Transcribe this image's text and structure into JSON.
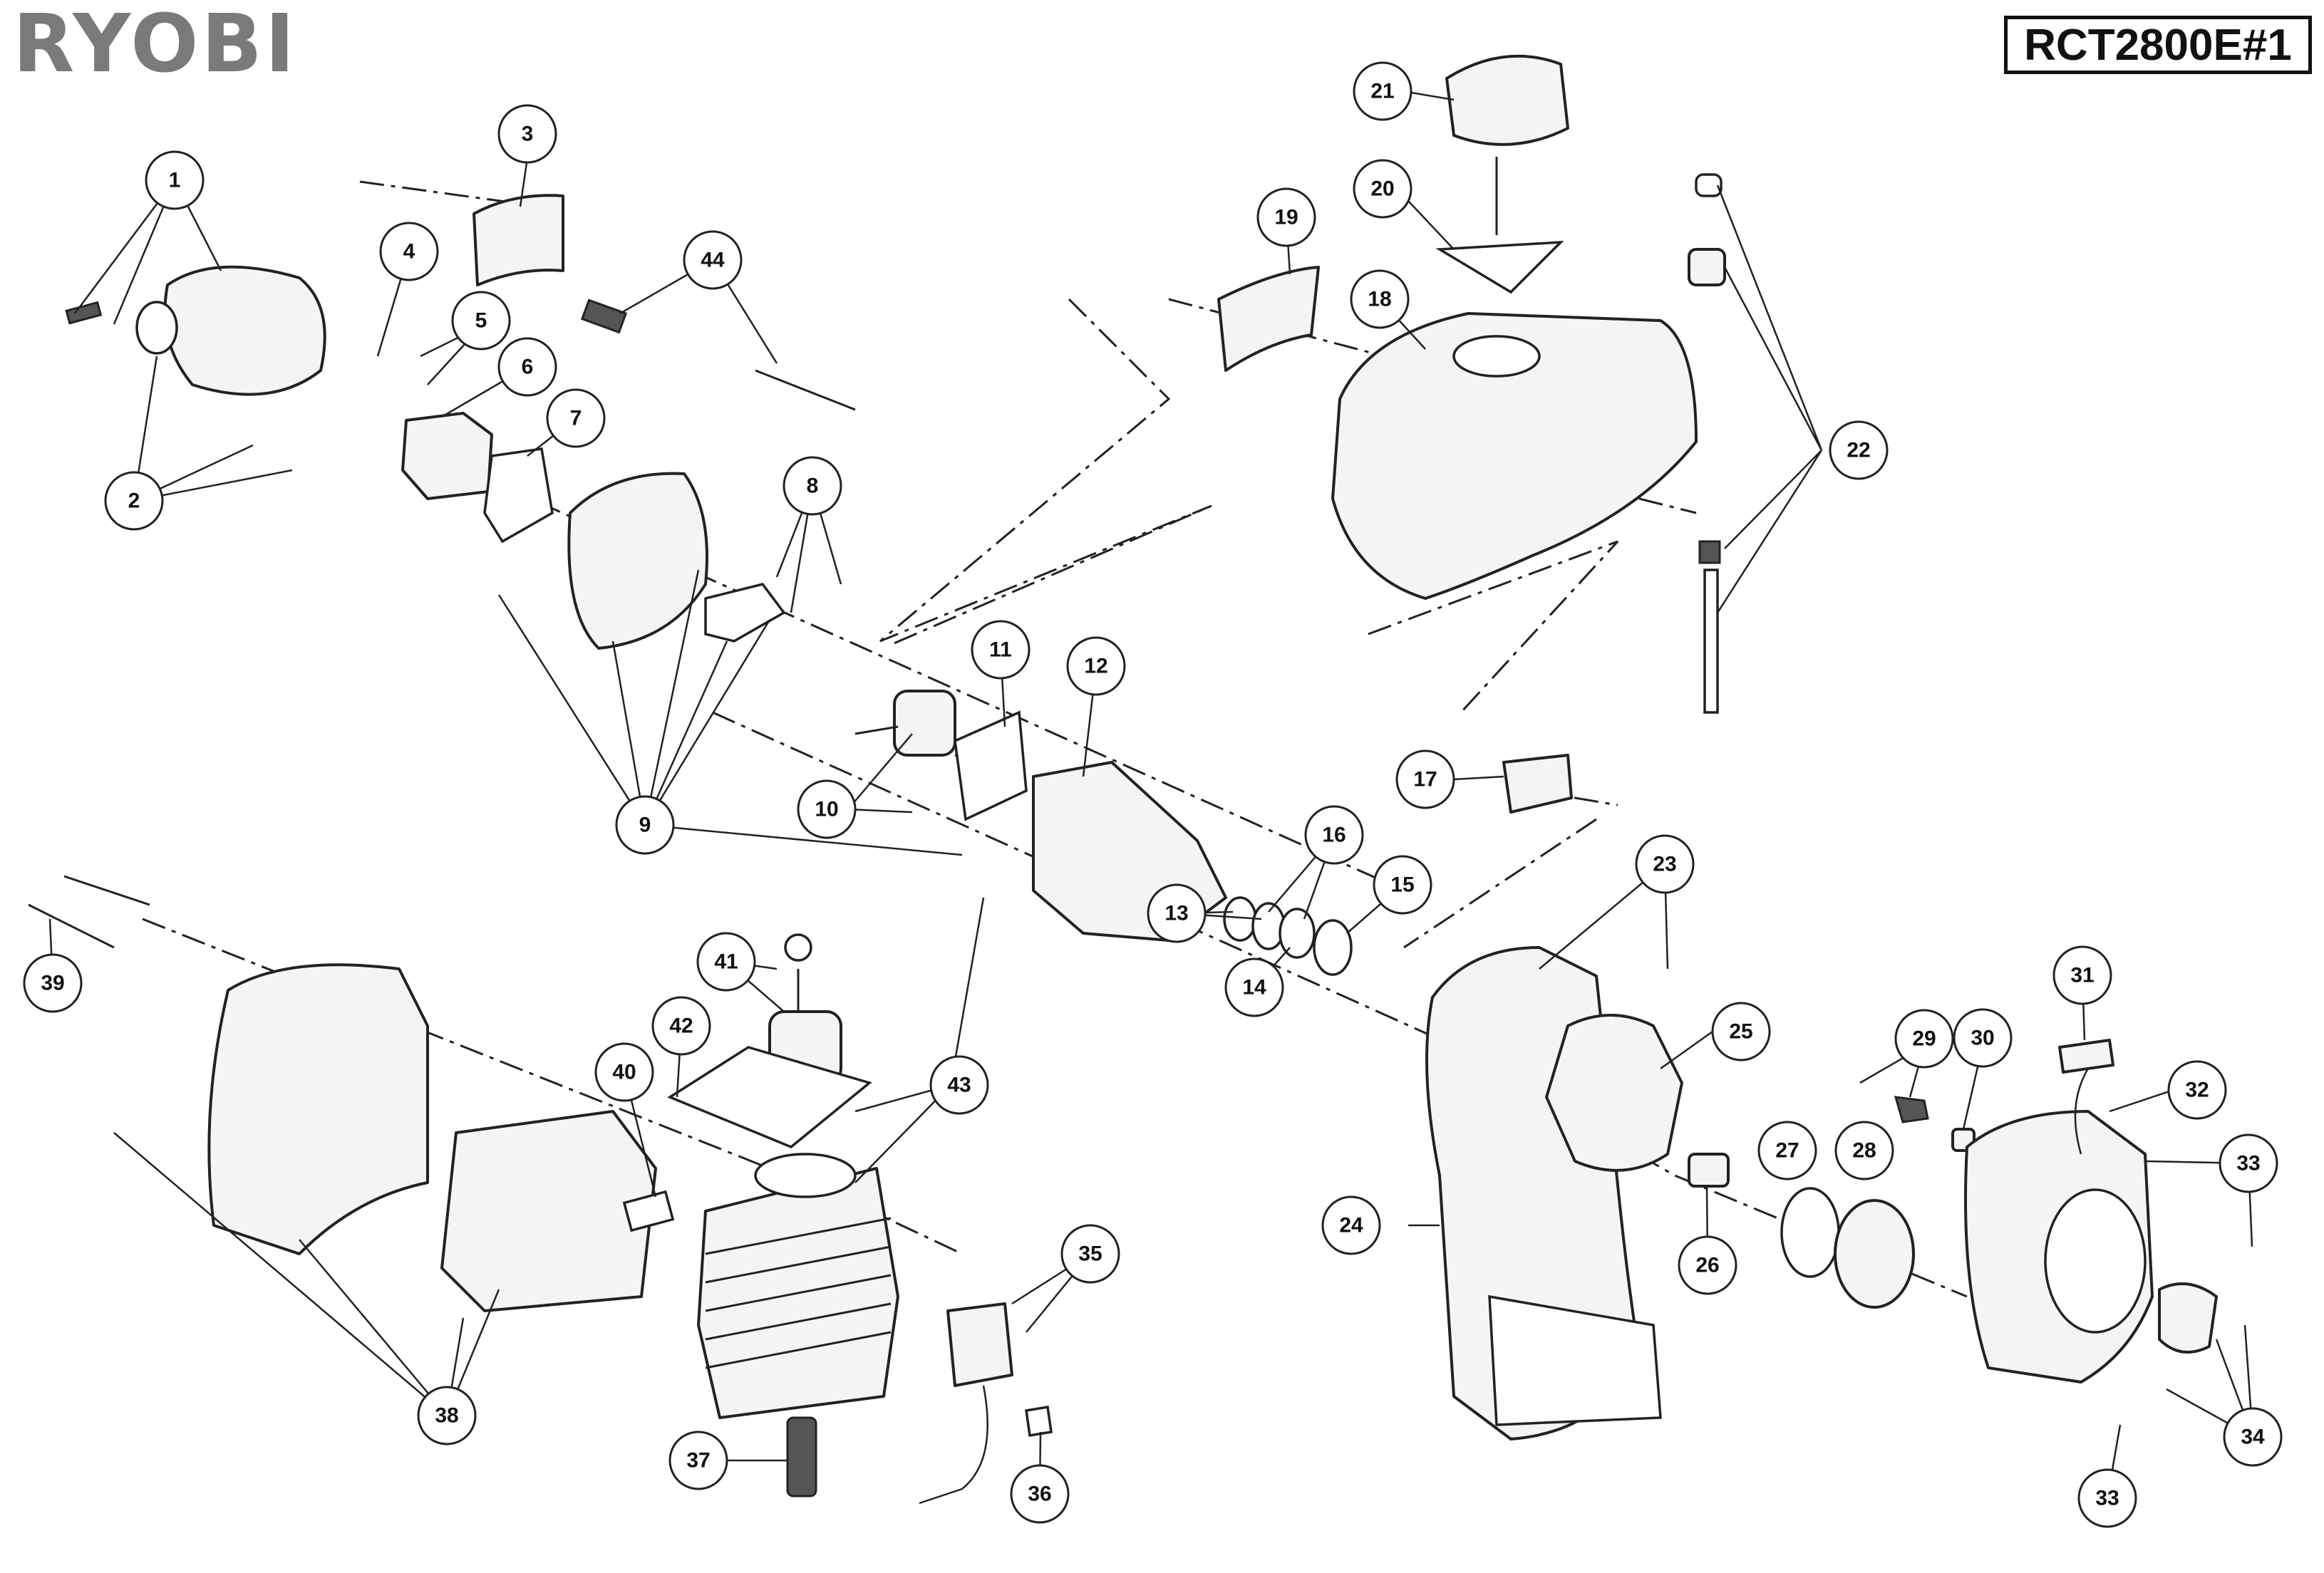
{
  "header": {
    "brand": "RYOBI",
    "model": "RCT2800E#1"
  },
  "callouts": [
    {
      "id": "c1",
      "label": "1"
    },
    {
      "id": "c2",
      "label": "2"
    },
    {
      "id": "c3",
      "label": "3"
    },
    {
      "id": "c4",
      "label": "4"
    },
    {
      "id": "c5",
      "label": "5"
    },
    {
      "id": "c6",
      "label": "6"
    },
    {
      "id": "c7",
      "label": "7"
    },
    {
      "id": "c8",
      "label": "8"
    },
    {
      "id": "c9",
      "label": "9"
    },
    {
      "id": "c10",
      "label": "10"
    },
    {
      "id": "c11",
      "label": "11"
    },
    {
      "id": "c12",
      "label": "12"
    },
    {
      "id": "c13",
      "label": "13"
    },
    {
      "id": "c14",
      "label": "14"
    },
    {
      "id": "c15",
      "label": "15"
    },
    {
      "id": "c16",
      "label": "16"
    },
    {
      "id": "c17",
      "label": "17"
    },
    {
      "id": "c18",
      "label": "18"
    },
    {
      "id": "c19",
      "label": "19"
    },
    {
      "id": "c20",
      "label": "20"
    },
    {
      "id": "c21",
      "label": "21"
    },
    {
      "id": "c22",
      "label": "22"
    },
    {
      "id": "c23",
      "label": "23"
    },
    {
      "id": "c24",
      "label": "24"
    },
    {
      "id": "c25",
      "label": "25"
    },
    {
      "id": "c26",
      "label": "26"
    },
    {
      "id": "c27",
      "label": "27"
    },
    {
      "id": "c28",
      "label": "28"
    },
    {
      "id": "c29",
      "label": "29"
    },
    {
      "id": "c30",
      "label": "30"
    },
    {
      "id": "c31",
      "label": "31"
    },
    {
      "id": "c32",
      "label": "32"
    },
    {
      "id": "c33a",
      "label": "33"
    },
    {
      "id": "c33b",
      "label": "33"
    },
    {
      "id": "c34",
      "label": "34"
    },
    {
      "id": "c35",
      "label": "35"
    },
    {
      "id": "c36",
      "label": "36"
    },
    {
      "id": "c37",
      "label": "37"
    },
    {
      "id": "c38",
      "label": "38"
    },
    {
      "id": "c39",
      "label": "39"
    },
    {
      "id": "c40",
      "label": "40"
    },
    {
      "id": "c41",
      "label": "41"
    },
    {
      "id": "c42",
      "label": "42"
    },
    {
      "id": "c43",
      "label": "43"
    },
    {
      "id": "c44",
      "label": "44"
    }
  ]
}
